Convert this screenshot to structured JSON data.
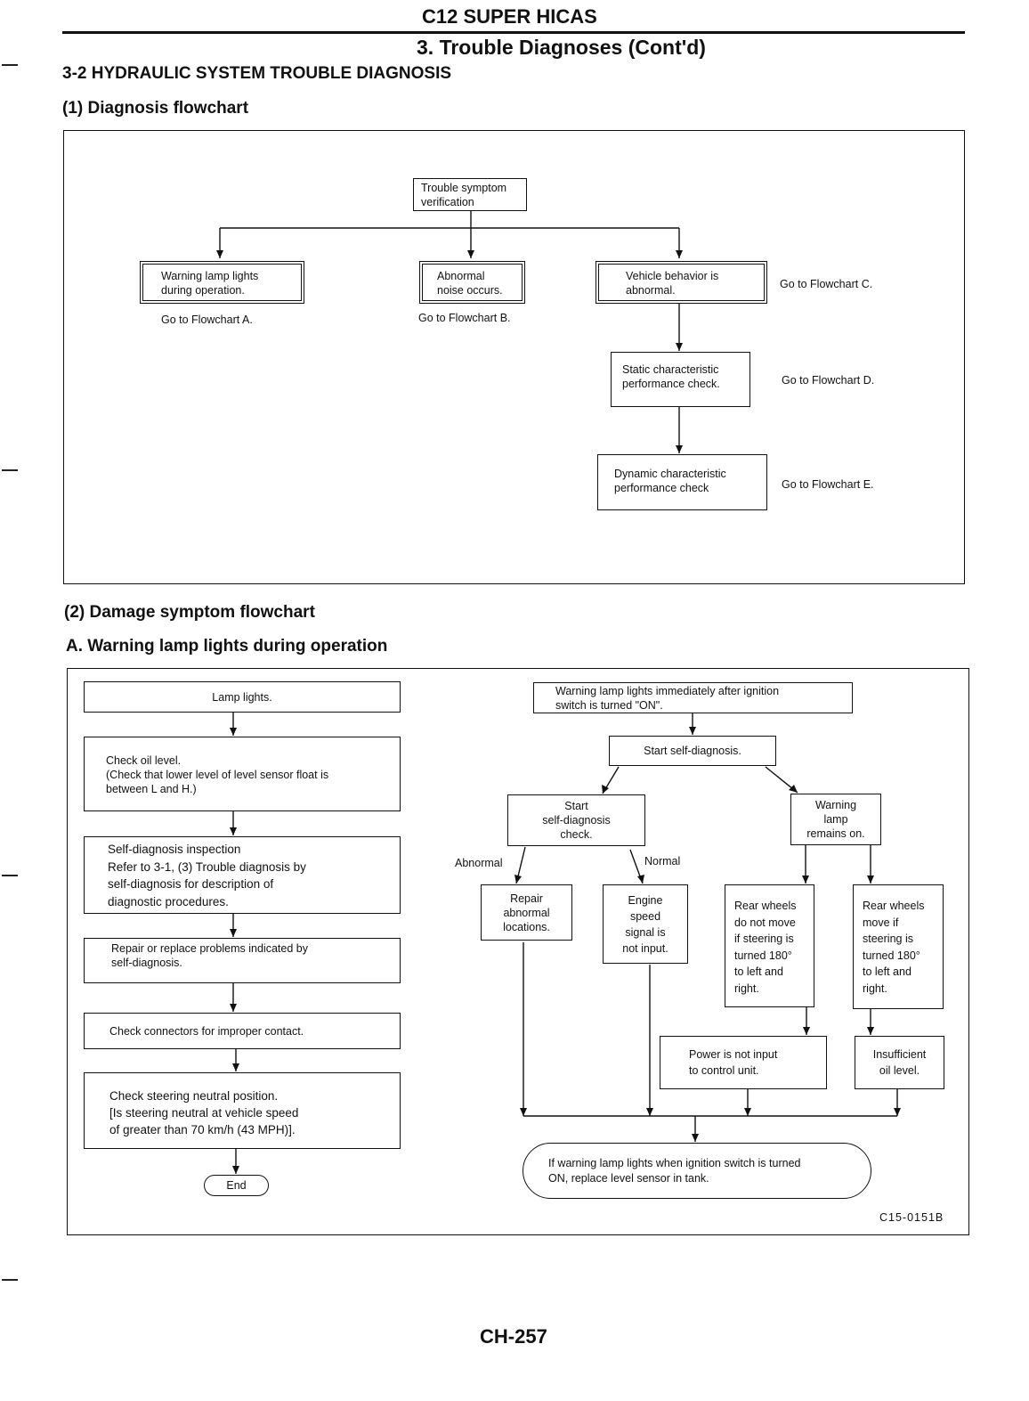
{
  "header": {
    "book_title": "C12 SUPER HICAS",
    "chapter_title": "3. Trouble Diagnoses (Cont'd)"
  },
  "section": {
    "title": "3-2 HYDRAULIC SYSTEM TROUBLE DIAGNOSIS",
    "sub1": "(1) Diagnosis flowchart",
    "sub2": "(2) Damage symptom flowchart",
    "sub2a": "A. Warning lamp lights during operation"
  },
  "flow1": {
    "root": "Trouble symptom\nverification",
    "warning": "Warning lamp lights\nduring operation.",
    "noise": "Abnormal\nnoise occurs.",
    "vehicle": "Vehicle behavior is\nabnormal.",
    "static": "Static characteristic\nperformance check.",
    "dynamic": "Dynamic characteristic\nperformance check",
    "go_a": "Go to Flowchart A.",
    "go_b": "Go to Flowchart B.",
    "go_c": "Go to Flowchart C.",
    "go_d": "Go to Flowchart D.",
    "go_e": "Go to Flowchart E."
  },
  "flowA_left": {
    "lamp": "Lamp lights.",
    "oil": "Check oil level.\n(Check that lower level of level sensor float is\nbetween L and H.)",
    "selfdiag": "Self-diagnosis inspection\nRefer to 3-1, (3) Trouble diagnosis by\nself-diagnosis for description of\ndiagnostic procedures.",
    "repair": "Repair or replace problems indicated by\nself-diagnosis.",
    "connectors": "Check connectors for improper contact.",
    "neutral": "Check steering neutral position.\n[Is steering neutral at vehicle speed\nof greater than 70 km/h (43 MPH)].",
    "end": "End"
  },
  "flowA_right": {
    "ign": "Warning lamp lights immediately after ignition\nswitch is turned \"ON\".",
    "start": "Start self-diagnosis.",
    "check": "Start\nself-diagnosis\ncheck.",
    "remains": "Warning\nlamp\nremains on.",
    "abnormal_label": "Abnormal",
    "normal_label": "Normal",
    "repair_abn": "Repair\nabnormal\nlocations.",
    "engine": "Engine\nspeed\nsignal is\nnot input.",
    "no_move": "Rear wheels\ndo not move\nif steering is\nturned 180°\nto left and\nright.",
    "move": "Rear wheels\nmove if\nsteering is\nturned 180°\nto left and\nright.",
    "power": "Power is not input\nto control unit.",
    "insufficient": "Insufficient\noil level.",
    "final": "If warning lamp lights when ignition switch is turned\nON, replace level sensor in tank."
  },
  "figure_code": "C15-0151B",
  "page_number": "CH-257"
}
